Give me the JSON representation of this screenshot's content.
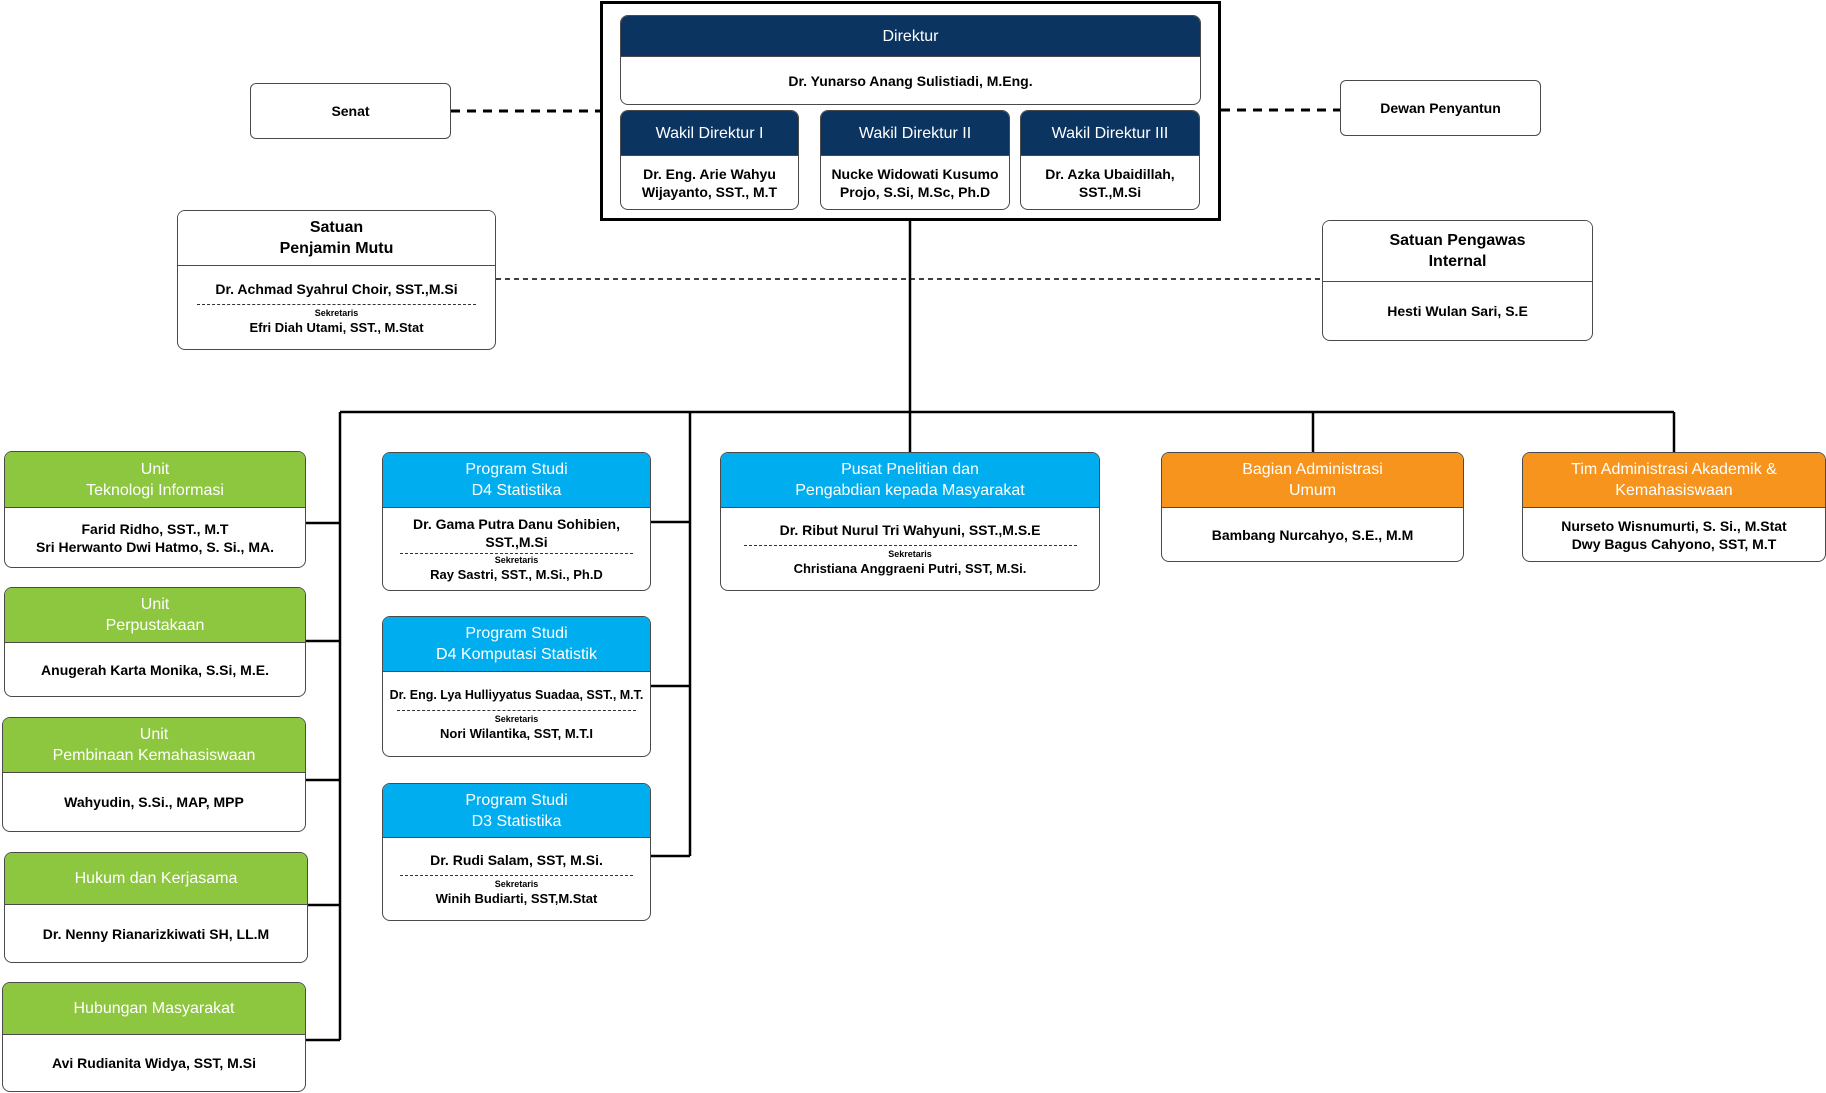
{
  "direktur": {
    "title": "Direktur",
    "name": "Dr. Yunarso Anang Sulistiadi, M.Eng."
  },
  "wakil": [
    {
      "title": "Wakil Direktur I",
      "name": "Dr. Eng. Arie Wahyu\nWijayanto, SST., M.T"
    },
    {
      "title": "Wakil Direktur II",
      "name": "Nucke Widowati Kusumo\nProjo, S.Si, M.Sc, Ph.D"
    },
    {
      "title": "Wakil Direktur III",
      "name": "Dr. Azka Ubaidillah,\nSST.,M.Si"
    }
  ],
  "senat": "Senat",
  "dewan": "Dewan Penyantun",
  "spm": {
    "title": "Satuan\nPenjamin Mutu",
    "name": "Dr. Achmad Syahrul Choir, SST.,M.Si",
    "sek_label": "Sekretaris",
    "sek_name": "Efri Diah Utami, SST., M.Stat"
  },
  "spi": {
    "title": "Satuan Pengawas\nInternal",
    "name": "Hesti Wulan Sari, S.E"
  },
  "units": [
    {
      "title": "Unit\nTeknologi Informasi",
      "name": "Farid Ridho, SST., M.T\nSri Herwanto Dwi Hatmo, S. Si., MA."
    },
    {
      "title": "Unit\nPerpustakaan",
      "name": "Anugerah Karta Monika, S.Si, M.E."
    },
    {
      "title": "Unit\nPembinaan Kemahasiswaan",
      "name": "Wahyudin, S.Si., MAP, MPP"
    },
    {
      "title": "Hukum dan Kerjasama",
      "name": "Dr. Nenny Rianarizkiwati SH, LL.M"
    },
    {
      "title": "Hubungan Masyarakat",
      "name": "Avi Rudianita Widya, SST, M.Si"
    }
  ],
  "prodi": [
    {
      "title": "Program Studi\nD4 Statistika",
      "name": "Dr. Gama Putra Danu Sohibien,\nSST.,M.Si",
      "sek_label": "Sekretaris",
      "sek_name": "Ray Sastri, SST., M.Si., Ph.D"
    },
    {
      "title": "Program Studi\nD4 Komputasi Statistik",
      "name": "Dr. Eng. Lya Hulliyyatus Suadaa, SST., M.T.",
      "sek_label": "Sekretaris",
      "sek_name": "Nori Wilantika, SST, M.T.I"
    },
    {
      "title": "Program Studi\nD3 Statistika",
      "name": "Dr. Rudi Salam, SST, M.Si.",
      "sek_label": "Sekretaris",
      "sek_name": "Winih Budiarti, SST,M.Stat"
    }
  ],
  "pusat": {
    "title": "Pusat Pnelitian dan\nPengabdian kepada Masyarakat",
    "name": "Dr. Ribut Nurul Tri Wahyuni, SST.,M.S.E",
    "sek_label": "Sekretaris",
    "sek_name": "Christiana Anggraeni Putri, SST, M.Si."
  },
  "bagian": {
    "title": "Bagian Administrasi\nUmum",
    "name": "Bambang Nurcahyo, S.E., M.M"
  },
  "tim": {
    "title": "Tim Administrasi Akademik &\nKemahasiswaan",
    "name": "Nurseto Wisnumurti, S. Si., M.Stat\nDwy Bagus Cahyono, SST, M.T"
  }
}
